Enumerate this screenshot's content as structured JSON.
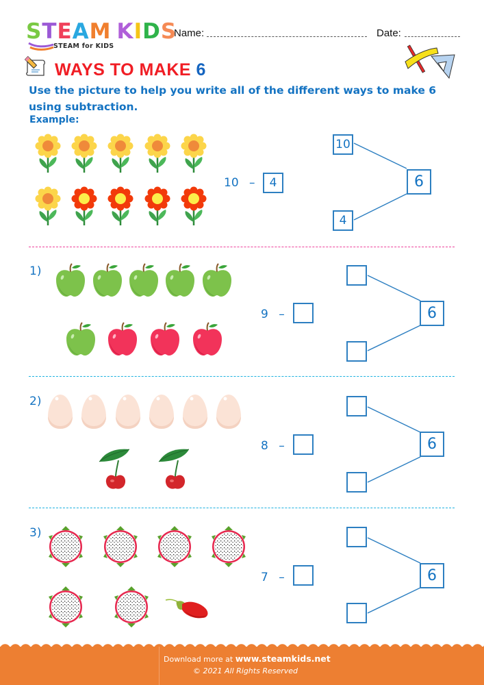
{
  "header": {
    "logo": {
      "letters": [
        {
          "char": "S",
          "color": "#7ac943"
        },
        {
          "char": "T",
          "color": "#9b59d6"
        },
        {
          "char": "E",
          "color": "#f0405a"
        },
        {
          "char": "A",
          "color": "#2aa8e0"
        },
        {
          "char": "M",
          "color": "#f07f2e"
        },
        {
          "char": "K",
          "color": "#b05fd9"
        },
        {
          "char": "I",
          "color": "#f5c518"
        },
        {
          "char": "D",
          "color": "#2fb34a"
        },
        {
          "char": "S",
          "color": "#f58a55"
        }
      ],
      "subtitle": "STEAM for KIDS"
    },
    "name_label": "Name:",
    "date_label": "Date:"
  },
  "title": {
    "text": "WAYS TO MAKE",
    "number": "6"
  },
  "instructions": "Use the picture to help you write all of the different ways to make 6 using subtraction.",
  "example": {
    "label": "Example:",
    "total": "10",
    "minus": "–",
    "answer": "4",
    "bond_top": "10",
    "bond_bottom": "4",
    "bond_whole": "6",
    "row1": [
      "sunflower",
      "sunflower",
      "sunflower",
      "sunflower",
      "sunflower"
    ],
    "row2": [
      "sunflower",
      "red-flower",
      "red-flower",
      "red-flower",
      "red-flower"
    ]
  },
  "problems": [
    {
      "label": "1)",
      "total": "9",
      "minus": "–",
      "answer": "",
      "bond_top": "",
      "bond_bottom": "",
      "bond_whole": "6",
      "items_row1": [
        "green-apple",
        "green-apple",
        "green-apple",
        "green-apple",
        "green-apple"
      ],
      "items_row2": [
        "green-apple",
        "red-apple",
        "red-apple",
        "red-apple"
      ]
    },
    {
      "label": "2)",
      "total": "8",
      "minus": "–",
      "answer": "",
      "bond_top": "",
      "bond_bottom": "",
      "bond_whole": "6",
      "items_row1": [
        "egg",
        "egg",
        "egg",
        "egg",
        "egg",
        "egg"
      ],
      "items_row2": [
        "cherry",
        "cherry"
      ]
    },
    {
      "label": "3)",
      "total": "7",
      "minus": "–",
      "answer": "",
      "bond_top": "",
      "bond_bottom": "",
      "bond_whole": "6",
      "items_row1": [
        "dragon-fruit",
        "dragon-fruit",
        "dragon-fruit",
        "dragon-fruit"
      ],
      "items_row2": [
        "dragon-fruit",
        "dragon-fruit",
        "goji-berry"
      ]
    }
  ],
  "footer": {
    "download_text": "Download more at",
    "url": "www.steamkids.net",
    "copyright": "© 2021 All Rights Reserved"
  },
  "colors": {
    "accent_blue": "#1473c2",
    "title_red": "#f01d24",
    "footer_orange": "#ed7f32",
    "divider_pink": "#ee3f9a",
    "divider_cyan": "#1cb1e0"
  }
}
